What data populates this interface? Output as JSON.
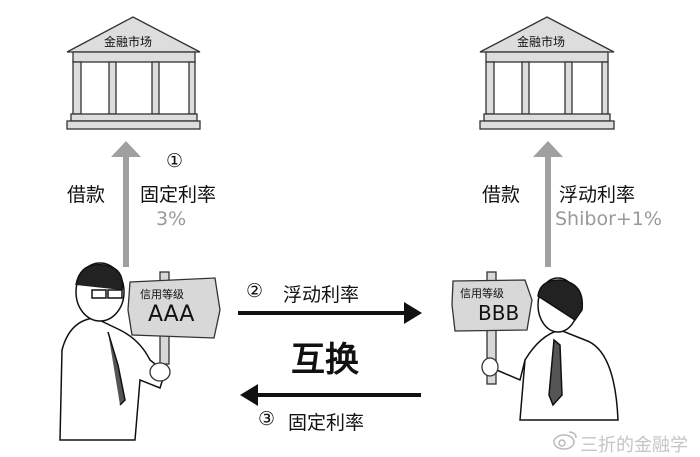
{
  "left_market": {
    "name": "金融市场"
  },
  "right_market": {
    "name": "金融市场"
  },
  "left_flow": {
    "borrow": "借款",
    "step": "①",
    "rate_type": "固定利率",
    "rate": "3%"
  },
  "right_flow": {
    "borrow": "借款",
    "rate_type": "浮动利率",
    "rate": "Shibor+1%"
  },
  "left_party": {
    "sign_title": "信用等级",
    "rating": "AAA"
  },
  "right_party": {
    "sign_title": "信用等级",
    "rating": "BBB"
  },
  "swap": {
    "label": "互换",
    "top_step": "②",
    "top_label": "浮动利率",
    "bottom_step": "③",
    "bottom_label": "固定利率"
  },
  "watermark": "三折的金融学"
}
